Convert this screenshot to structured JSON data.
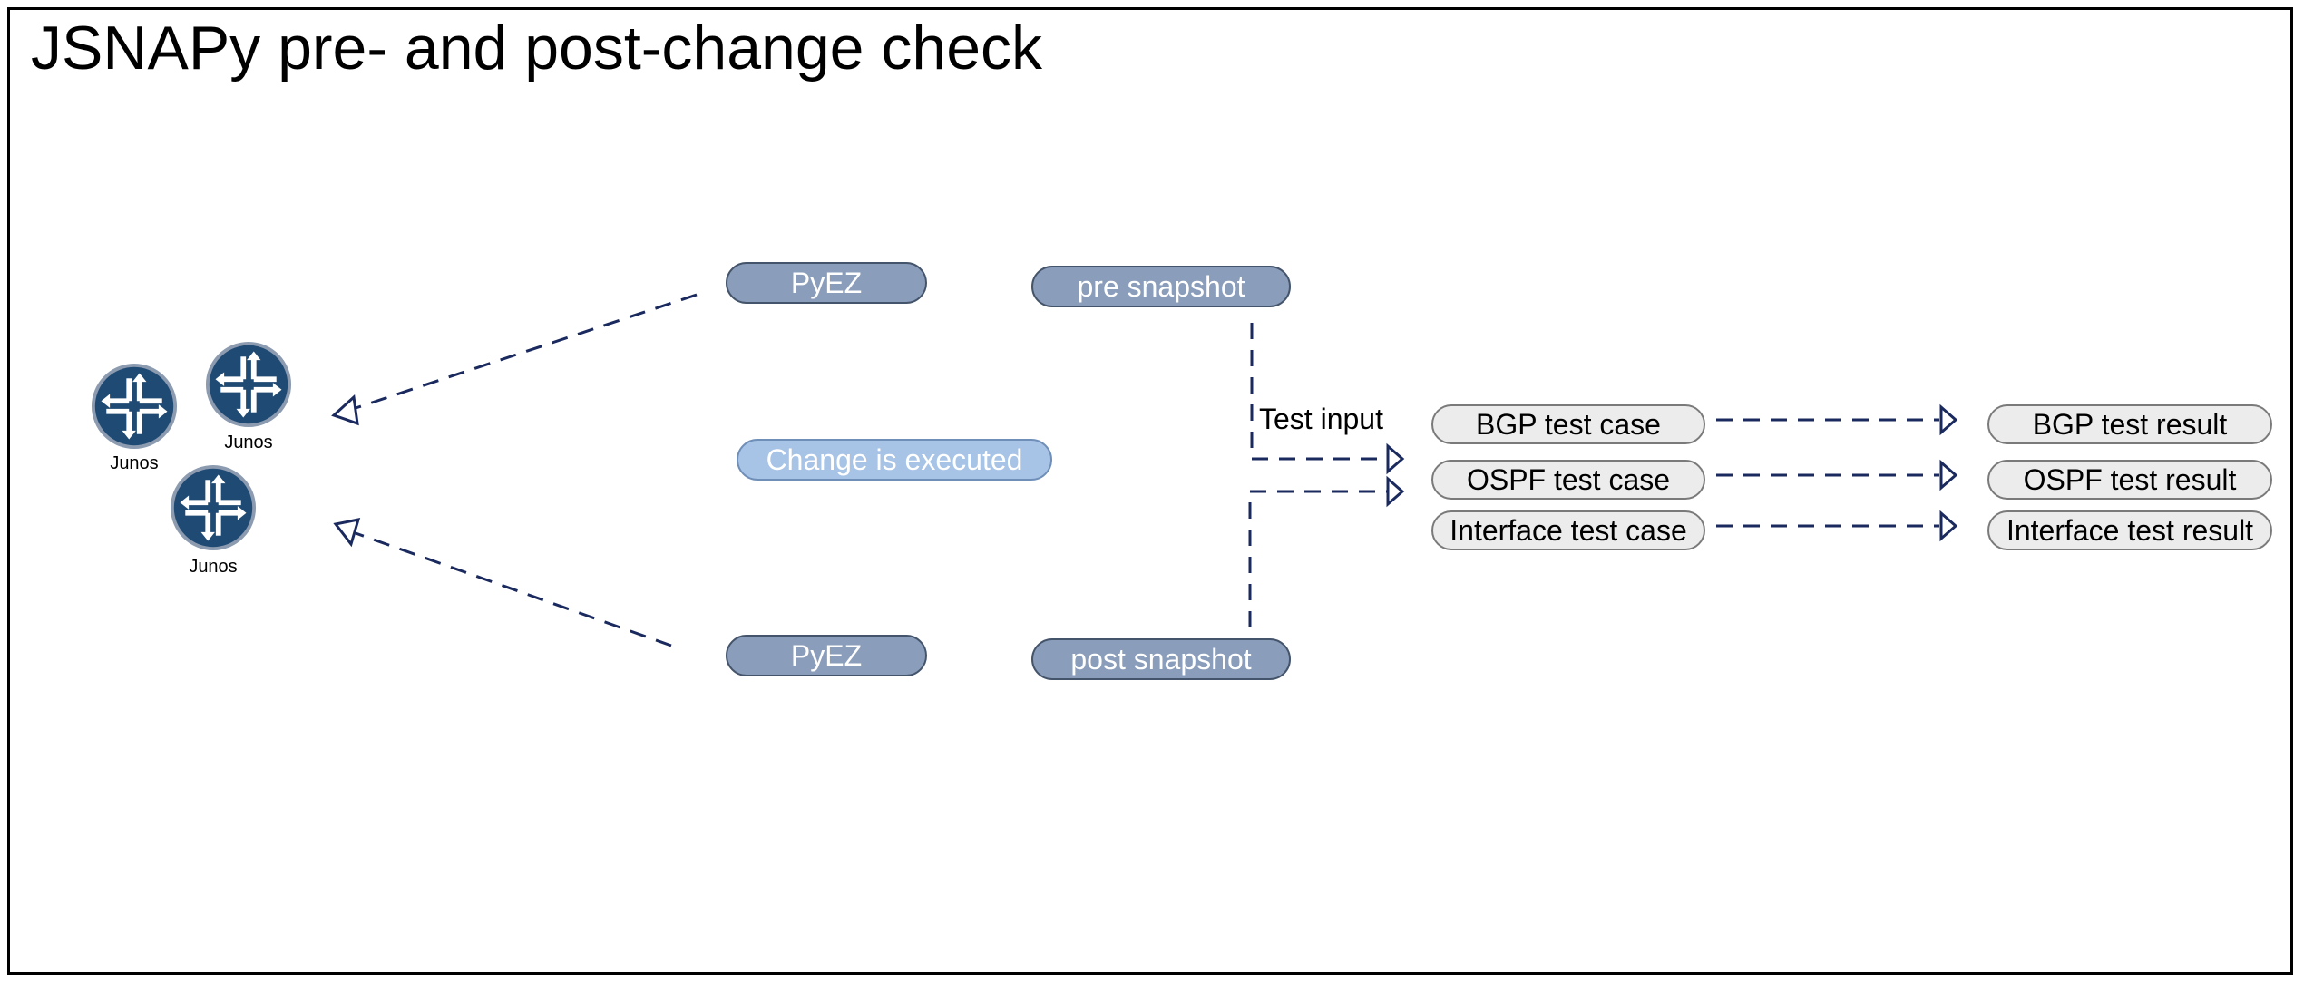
{
  "title": "JSNAPy pre- and post-change check",
  "devices": [
    {
      "label": "Junos",
      "icon": "router-icon"
    },
    {
      "label": "Junos",
      "icon": "router-icon"
    },
    {
      "label": "Junos",
      "icon": "router-icon"
    }
  ],
  "nodes": {
    "pyez_top": "PyEZ",
    "pyez_bottom": "PyEZ",
    "change": "Change is executed",
    "pre_snapshot": "pre snapshot",
    "post_snapshot": "post snapshot"
  },
  "test_input_label": "Test input",
  "test_cases": [
    "BGP test case",
    "OSPF test case",
    "Interface test case"
  ],
  "test_results": [
    "BGP test result",
    "OSPF test result",
    "Interface test result"
  ],
  "colors": {
    "router_fill": "#1f4a73",
    "router_ring": "#8c9bb0",
    "edge": "#1a2a5e",
    "pill_blue": "#8a9dbb",
    "pill_light": "#a7c3e6",
    "pill_gray": "#ececec"
  }
}
